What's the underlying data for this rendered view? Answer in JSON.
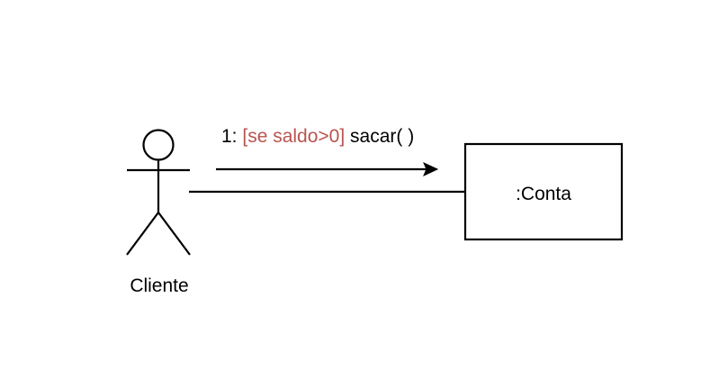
{
  "actor": {
    "name": "Cliente"
  },
  "object": {
    "name": ":Conta"
  },
  "message": {
    "sequence": "1:",
    "guard": "[se saldo>0]",
    "operation": "sacar( )",
    "guard_color": "#b85450"
  },
  "colors": {
    "stroke": "#000000",
    "background": "#ffffff"
  }
}
